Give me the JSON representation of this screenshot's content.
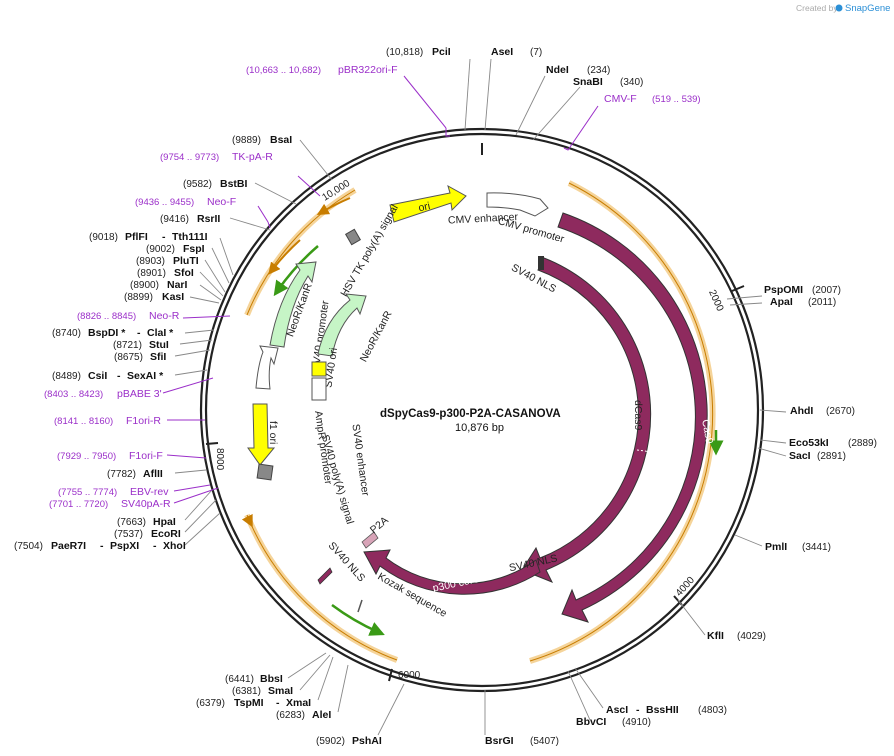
{
  "credit": {
    "created_by": "Created by",
    "brand": "SnapGene"
  },
  "plasmid": {
    "name": "dSpyCas9-p300-P2A-CASANOVA",
    "length_label": "10,876 bp"
  },
  "ticks": [
    "10,000",
    "2000",
    "4000",
    "6000",
    "8000"
  ],
  "sites": [
    {
      "name": "PciI",
      "pos": "(10,818)"
    },
    {
      "name": "AseI",
      "pos": "(7)"
    },
    {
      "name": "NdeI",
      "pos": "(234)"
    },
    {
      "name": "SnaBI",
      "pos": "(340)"
    },
    {
      "name": "PspOMI",
      "pos": "(2007)"
    },
    {
      "name": "ApaI",
      "pos": "(2011)"
    },
    {
      "name": "AhdI",
      "pos": "(2670)"
    },
    {
      "name": "Eco53kI",
      "pos": "(2889)"
    },
    {
      "name": "SacI",
      "pos": "(2891)"
    },
    {
      "name": "PmlI",
      "pos": "(3441)"
    },
    {
      "name": "KflI",
      "pos": "(4029)"
    },
    {
      "name": "AscI",
      "pos": ""
    },
    {
      "name": "BssHII",
      "pos": "(4803)"
    },
    {
      "name": "BbvCI",
      "pos": "(4910)"
    },
    {
      "name": "BsrGI",
      "pos": "(5407)"
    },
    {
      "name": "PshAI",
      "pos": "(5902)"
    },
    {
      "name": "AleI",
      "pos": "(6283)"
    },
    {
      "name": "TspMI",
      "pos": "(6379)"
    },
    {
      "name": "XmaI",
      "pos": ""
    },
    {
      "name": "SmaI",
      "pos": "(6381)"
    },
    {
      "name": "BbsI",
      "pos": "(6441)"
    },
    {
      "name": "PaeR7I",
      "pos": "(7504)"
    },
    {
      "name": "PspXI",
      "pos": ""
    },
    {
      "name": "XhoI",
      "pos": ""
    },
    {
      "name": "EcoRI",
      "pos": "(7537)"
    },
    {
      "name": "HpaI",
      "pos": "(7663)"
    },
    {
      "name": "AflII",
      "pos": "(7782)"
    },
    {
      "name": "CsiI",
      "pos": "(8489)"
    },
    {
      "name": "SexAI *",
      "pos": ""
    },
    {
      "name": "SfiI",
      "pos": "(8675)"
    },
    {
      "name": "StuI",
      "pos": "(8721)"
    },
    {
      "name": "BspDI *",
      "pos": "(8740)"
    },
    {
      "name": "ClaI *",
      "pos": ""
    },
    {
      "name": "KasI",
      "pos": "(8899)"
    },
    {
      "name": "NarI",
      "pos": "(8900)"
    },
    {
      "name": "SfoI",
      "pos": "(8901)"
    },
    {
      "name": "PluTI",
      "pos": "(8903)"
    },
    {
      "name": "FspI",
      "pos": "(9002)"
    },
    {
      "name": "PflFI",
      "pos": "(9018)"
    },
    {
      "name": "Tth111I",
      "pos": ""
    },
    {
      "name": "RsrII",
      "pos": "(9416)"
    },
    {
      "name": "BstBI",
      "pos": "(9582)"
    },
    {
      "name": "BsaI",
      "pos": "(9889)"
    }
  ],
  "primers": [
    {
      "name": "pBR322ori-F",
      "range": "(10,663 .. 10,682)"
    },
    {
      "name": "CMV-F",
      "range": "(519 .. 539)"
    },
    {
      "name": "TK-pA-R",
      "range": "(9754 .. 9773)"
    },
    {
      "name": "Neo-F",
      "range": "(9436 .. 9455)"
    },
    {
      "name": "Neo-R",
      "range": "(8826 .. 8845)"
    },
    {
      "name": "pBABE 3'",
      "range": "(8403 .. 8423)"
    },
    {
      "name": "F1ori-R",
      "range": "(8141 .. 8160)"
    },
    {
      "name": "F1ori-F",
      "range": "(7929 .. 7950)"
    },
    {
      "name": "EBV-rev",
      "range": "(7755 .. 7774)"
    },
    {
      "name": "SV40pA-R",
      "range": "(7701 .. 7720)"
    }
  ],
  "features": {
    "cmv_enhancer": "CMV enhancer",
    "cmv_promoter": "CMV promoter",
    "sv40_nls": "SV40 NLS",
    "dcas9": "dCas9",
    "cas9": "Cas9",
    "p300_core": "p300 core",
    "p2a": "P2A",
    "kozak": "Kozak sequence",
    "ori": "ori",
    "hsv_tk": "HSV TK poly(A) signal",
    "neo_kanr": "NeoR/KanR",
    "sv40_promoter": "SV40 promoter",
    "sv40_ori": "SV40 ori",
    "sv40_enhancer": "SV40 enhancer",
    "ampr_promoter": "AmpR promoter",
    "f1_ori": "f1 ori",
    "sv40_polya": "SV40 poly(A) signal"
  },
  "colors": {
    "cas9_arrow": "#8e2a5e",
    "primer": "#9b2fc9",
    "ori": "#ffff00",
    "neo": "#c6f5c6",
    "orange_band": "#f5d49a",
    "green_arrow": "#3a9a16"
  }
}
